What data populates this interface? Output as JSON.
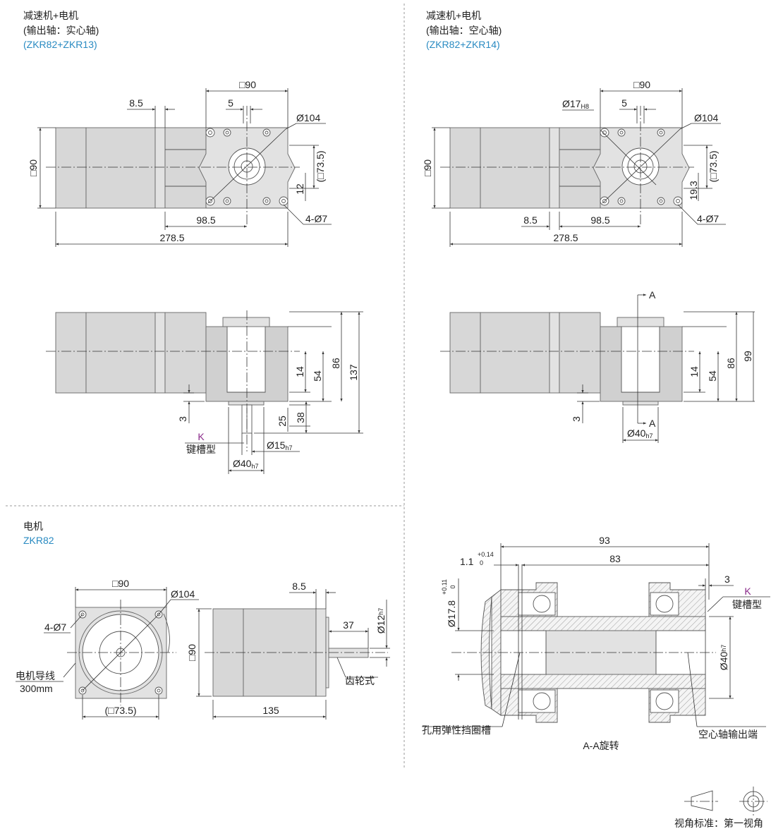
{
  "sections": {
    "solid": {
      "title": "减速机+电机",
      "subtitle": "(输出轴：实心轴)",
      "model": "(ZKR82+ZKR13)"
    },
    "hollow": {
      "title": "减速机+电机",
      "subtitle": "(输出轴：空心轴)",
      "model": "(ZKR82+ZKR14)"
    },
    "motor": {
      "title": "电机",
      "model": "ZKR82"
    }
  },
  "dims": {
    "sq90": "□90",
    "d104": "Ø104",
    "d8_5": "8.5",
    "d5": "5",
    "sq73_5": "(□73.5)",
    "d12": "12",
    "d98_5": "98.5",
    "h4d7": "4-Ø7",
    "d278_5": "278.5",
    "d17": "Ø17",
    "d17_sub": "H8",
    "d19_3": "19.3",
    "d14": "14",
    "d54": "54",
    "d86": "86",
    "d137": "137",
    "d99": "99",
    "d3": "3",
    "d25": "25",
    "d38": "38",
    "d15": "Ø15",
    "d15_sub": "h7",
    "d40": "Ø40",
    "d40_sub": "h7",
    "d40b": "Ø40",
    "d40b_sub": "h7",
    "d12h": "Ø12",
    "d12h_sub": "h7",
    "d37": "37",
    "d135": "135",
    "d93": "93",
    "d83": "83",
    "d1_1": "1.1",
    "tol_014": "+0.14",
    "tol_0a": "0",
    "d17_8": "Ø17.8",
    "tol_011": "+0.11",
    "tol_0b": "0",
    "d40v": "Ø40",
    "d40v_sub": "h7",
    "section_A": "A"
  },
  "labels": {
    "key_letter": "K",
    "keyway": "键槽型",
    "lead_wire": "电机导线",
    "lead_len": "300mm",
    "gear_type": "齿轮式",
    "circlip": "孔用弹性挡圈槽",
    "hollow_out": "空心轴输出端",
    "section_view": "A-A旋转",
    "view_standard": "视角标准：第一视角"
  }
}
